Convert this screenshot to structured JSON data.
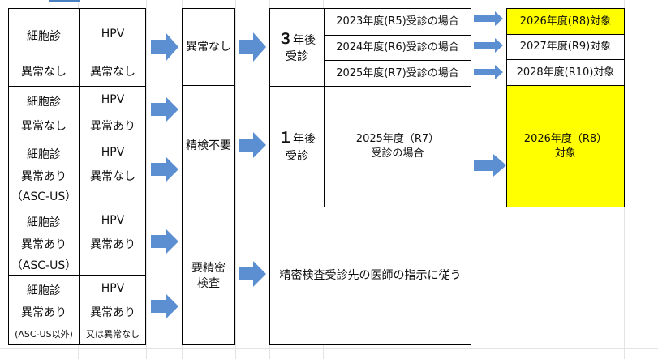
{
  "colors": {
    "arrow": "#5b8fd1",
    "highlight": "#ffff00"
  },
  "left": {
    "rows": [
      {
        "c1": [
          "細胞診",
          "異常なし"
        ],
        "c2": [
          "HPV",
          "異常なし"
        ]
      },
      {
        "c1": [
          "細胞診",
          "異常なし"
        ],
        "c2": [
          "HPV",
          "異常あり"
        ]
      },
      {
        "c1": [
          "細胞診",
          "異常あり",
          "（ASC-US）"
        ],
        "c2": [
          "HPV",
          "異常なし"
        ]
      },
      {
        "c1": [
          "細胞診",
          "異常あり",
          "（ASC-US）"
        ],
        "c2": [
          "HPV",
          "異常あり"
        ]
      },
      {
        "c1": [
          "細胞診",
          "異常あり",
          "(ASC-US以外)"
        ],
        "c2": [
          "HPV",
          "異常あり",
          "又は異常なし"
        ]
      }
    ]
  },
  "middle": {
    "normal": "異常なし",
    "no_recheck": "精検不要",
    "recheck_line1": "要精密",
    "recheck_line2": "検査"
  },
  "interval": {
    "three_num": "３",
    "three_rest": "年後",
    "three_sub": "受診",
    "one_num": "１",
    "one_rest": "年後",
    "one_sub": "受診"
  },
  "cases": {
    "r5": "2023年度(R5)受診の場合",
    "r6": "2024年度(R6)受診の場合",
    "r7": "2025年度(R7)受診の場合",
    "r7b_line1": "2025年度（R7）",
    "r7b_line2": "受診の場合",
    "follow": "精密検査受診先の医師の指示に従う"
  },
  "targets": {
    "t1": "2026年度(R8)対象",
    "t2": "2027年度(R9)対象",
    "t3": "2028年度(R10)対象",
    "t4_line1": "2026年度（R8）",
    "t4_line2": "対象"
  }
}
